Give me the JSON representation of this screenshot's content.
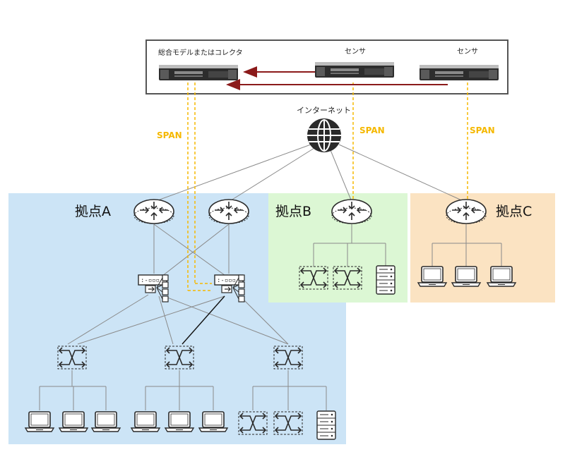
{
  "servers": {
    "collector_label": "総合モデルまたはコレクタ",
    "sensor1_label": "センサ",
    "sensor2_label": "センサ"
  },
  "internet": {
    "label": "インターネット"
  },
  "span_labels": [
    "SPAN",
    "SPAN",
    "SPAN"
  ],
  "sites": {
    "a": {
      "label": "拠点A"
    },
    "b": {
      "label": "拠点B"
    },
    "c": {
      "label": "拠点C"
    }
  },
  "colors": {
    "site_a": "#cce4f6",
    "site_b": "#dcf7d4",
    "site_c": "#fbe3c2",
    "span": "#f5b800",
    "arrow": "#8b1a1a",
    "link": "#8a8a8a",
    "icon": "#2a2a2a"
  }
}
